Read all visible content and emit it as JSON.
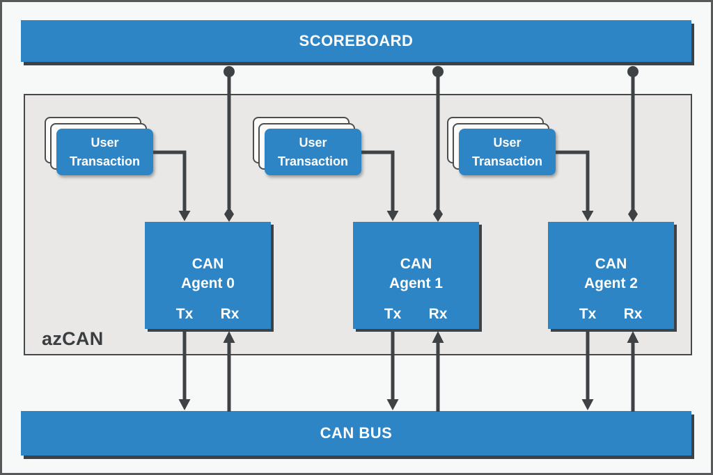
{
  "colors": {
    "accent_blue": "#2e85c5",
    "connector_dark": "#3f4245",
    "environment_fill": "#e9e8e6",
    "page_background": "#f7f8f8"
  },
  "scoreboard": {
    "label": "SCOREBOARD"
  },
  "can_bus": {
    "label": "CAN BUS"
  },
  "environment": {
    "label": "azCAN"
  },
  "agents": [
    {
      "title_line1": "CAN",
      "title_line2": "Agent 0",
      "tx_label": "Tx",
      "rx_label": "Rx",
      "transaction_line1": "User",
      "transaction_line2": "Transaction"
    },
    {
      "title_line1": "CAN",
      "title_line2": "Agent 1",
      "tx_label": "Tx",
      "rx_label": "Rx",
      "transaction_line1": "User",
      "transaction_line2": "Transaction"
    },
    {
      "title_line1": "CAN",
      "title_line2": "Agent 2",
      "tx_label": "Tx",
      "rx_label": "Rx",
      "transaction_line1": "User",
      "transaction_line2": "Transaction"
    }
  ]
}
